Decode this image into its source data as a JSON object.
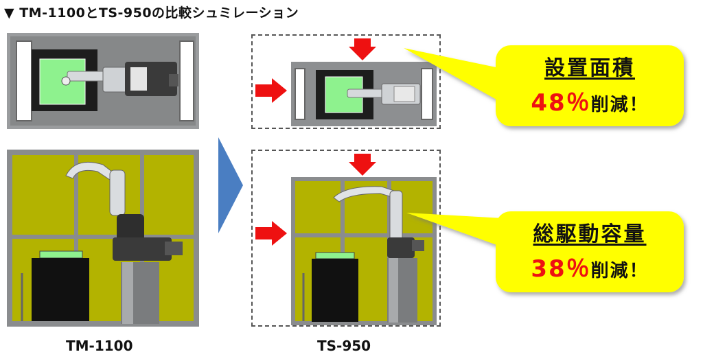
{
  "title": "▼ TM-1100とTS-950の比較シュミレーション",
  "labels": {
    "left": "TM-1100",
    "right": "TS-950"
  },
  "callouts": [
    {
      "title": "設置面積",
      "value": "48％",
      "suffix": "削減！"
    },
    {
      "title": "総駆動容量",
      "value": "38％",
      "suffix": "削減！"
    }
  ],
  "colors": {
    "cell_yellow": "#b3b300",
    "frame_gray": "#808285",
    "bubble_yellow": "#ffff00",
    "arrow_red": "#ee1111",
    "arrow_blue": "#4a7ec2",
    "work_green": "#8ef28e"
  },
  "icons": [
    "red-arrow-icon",
    "blue-arrow-icon"
  ]
}
